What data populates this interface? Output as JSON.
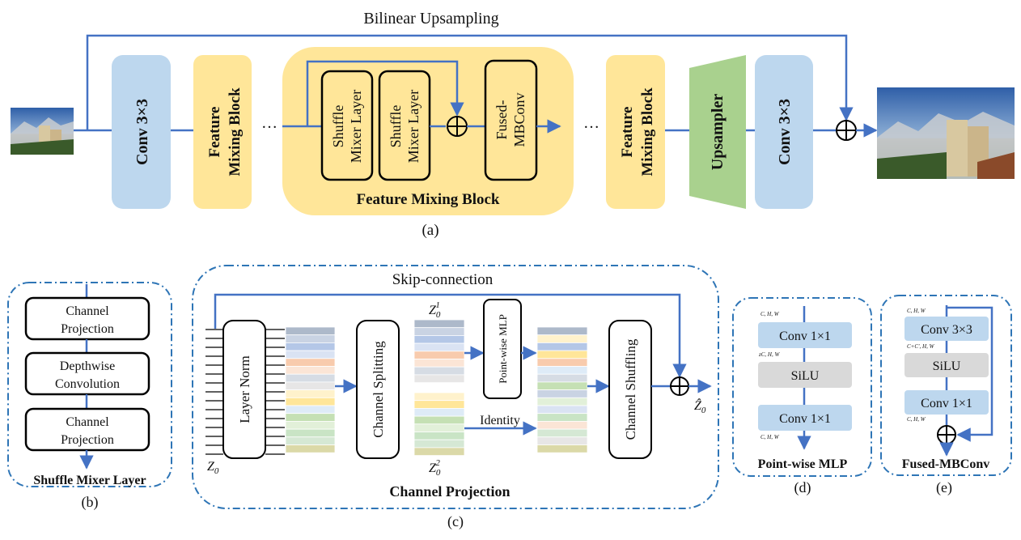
{
  "top": {
    "skip_label": "Bilinear Upsampling",
    "conv1": "Conv 3×3",
    "fmb1": [
      "Feature",
      "Mixing Block"
    ],
    "dots1": "…",
    "sml1": [
      "Shuffle",
      "Mixer Layer"
    ],
    "sml2": [
      "Shuffle",
      "Mixer Layer"
    ],
    "fused": [
      "Fused-",
      "MBConv"
    ],
    "fmb_title": "Feature Mixing Block",
    "dots2": "…",
    "fmb2": [
      "Feature",
      "Mixing Block"
    ],
    "upsampler": "Upsampler",
    "conv2": "Conv 3×3",
    "caption": "(a)"
  },
  "panel_b": {
    "items": [
      [
        "Channel",
        "Projection"
      ],
      [
        "Depthwise",
        "Convolution"
      ],
      [
        "Channel",
        "Projection"
      ]
    ],
    "title": "Shuffle Mixer Layer",
    "caption": "(b)"
  },
  "panel_c": {
    "skip_label": "Skip-connection",
    "layer_norm": "Layer Norm",
    "channel_split": "Channel Splitting",
    "pointwise": "Point-wise MLP",
    "identity": "Identity",
    "channel_shuffle": "Channel Shuffling",
    "z0": "Z",
    "z0_sub": "0",
    "z1": "Z",
    "z1_sub": "0",
    "z1_sup": "1",
    "z2": "Z",
    "z2_sub": "0",
    "z2_sup": "2",
    "zhat": "Ẑ",
    "zhat_sub": "0",
    "title": "Channel Projection",
    "caption": "(c)"
  },
  "panel_d": {
    "dim1": "C, H, W",
    "conv1": "Conv 1×1",
    "dim2": "zC, H, W",
    "silu": "SiLU",
    "conv2": "Conv 1×1",
    "dim3": "C, H, W",
    "title": "Point-wise MLP",
    "caption": "(d)"
  },
  "panel_e": {
    "dim1": "C, H, W",
    "conv1": "Conv 3×3",
    "dim2": "C+C', H, W",
    "silu": "SiLU",
    "conv2": "Conv 1×1",
    "dim3": "C, H, W",
    "title": "Fused-MBConv",
    "caption": "(e)"
  },
  "colors": {
    "blue_arrow": "#4472c4",
    "conv_fill": "#bdd7ee",
    "fmb_fill": "#ffe699",
    "upsampler_fill": "#a9d18e",
    "silu_fill": "#d9d9d9",
    "dashed_border": "#2e75b6"
  }
}
